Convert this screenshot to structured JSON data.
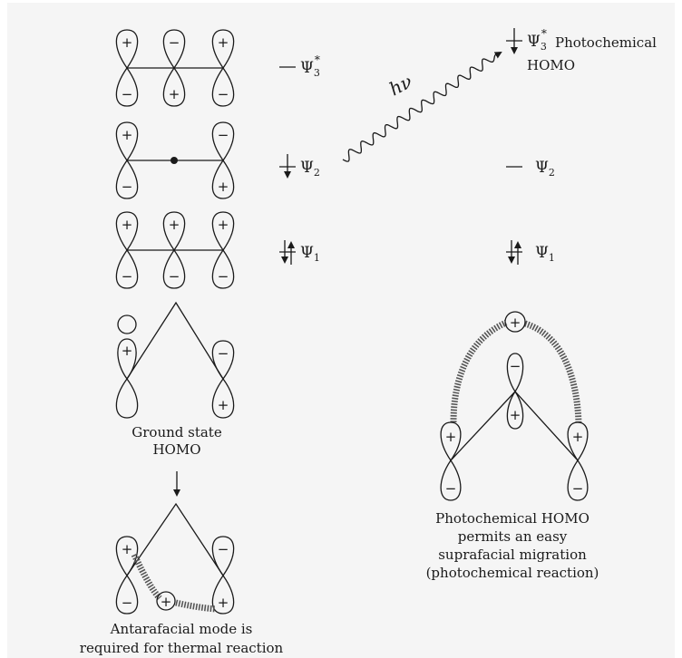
{
  "mo_levels": {
    "left": [
      {
        "name": "psi3_star",
        "symbol": "Ψ",
        "sub": "3",
        "sup": "*",
        "electrons": 0
      },
      {
        "name": "psi2",
        "symbol": "Ψ",
        "sub": "2",
        "sup": "",
        "electrons": 1
      },
      {
        "name": "psi1",
        "symbol": "Ψ",
        "sub": "1",
        "sup": "",
        "electrons": 2
      }
    ],
    "right": [
      {
        "name": "psi3_star",
        "symbol": "Ψ",
        "sub": "3",
        "sup": "*",
        "electrons": 1,
        "caption_1": "Photochemical",
        "caption_2": "HOMO"
      },
      {
        "name": "psi2",
        "symbol": "Ψ",
        "sub": "2",
        "sup": "",
        "electrons": 0
      },
      {
        "name": "psi1",
        "symbol": "Ψ",
        "sub": "1",
        "sup": "",
        "electrons": 2
      }
    ]
  },
  "excitation_label": "hν",
  "orbital_signs": {
    "psi3": [
      [
        "+",
        "−"
      ],
      [
        "−",
        "+"
      ],
      [
        "+",
        "−"
      ]
    ],
    "psi2": [
      [
        "+",
        "−"
      ],
      [
        "−",
        "+"
      ]
    ],
    "psi1": [
      [
        "+",
        "−"
      ],
      [
        "+",
        "−"
      ],
      [
        "+",
        "−"
      ]
    ]
  },
  "plus": "+",
  "minus": "−",
  "ground_state_caption": [
    "Ground state",
    "HOMO"
  ],
  "antarafacial_caption": [
    "Antarafacial mode is",
    "required for thermal reaction"
  ],
  "photochemical_caption": [
    "Photochemical HOMO",
    "permits an easy",
    "suprafacial migration",
    "(photochemical reaction)"
  ],
  "colors": {
    "ink": "#1a1a1a",
    "panel": "#f5f5f5",
    "hatch": "#555555"
  }
}
